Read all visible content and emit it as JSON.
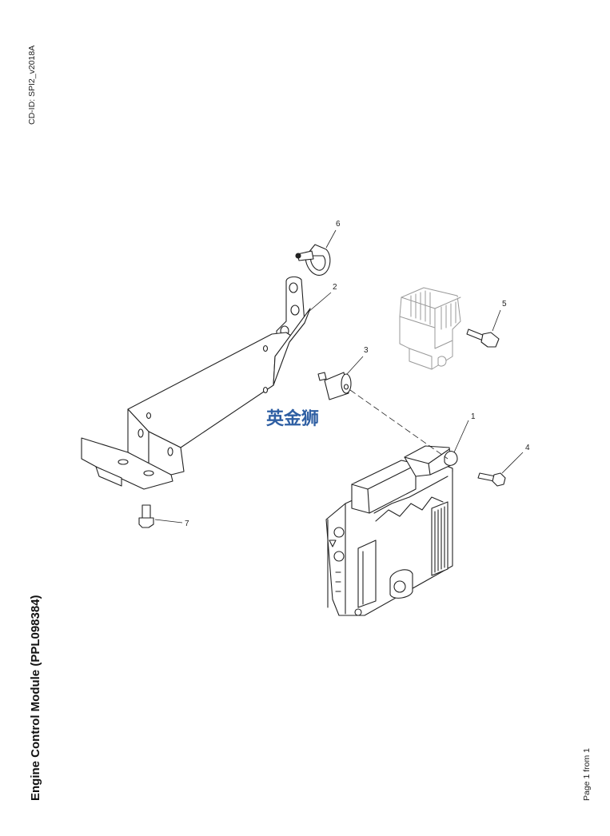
{
  "header": {
    "cd_id": "CD-ID: SPI2_v2018A"
  },
  "title": "Engine Control Module (PPL098384)",
  "footer": {
    "page": "Page 1 from 1"
  },
  "watermark": {
    "text": "英金狮",
    "color": "#2f5fa3"
  },
  "callouts": [
    "1",
    "2",
    "3",
    "4",
    "5",
    "6",
    "7"
  ]
}
